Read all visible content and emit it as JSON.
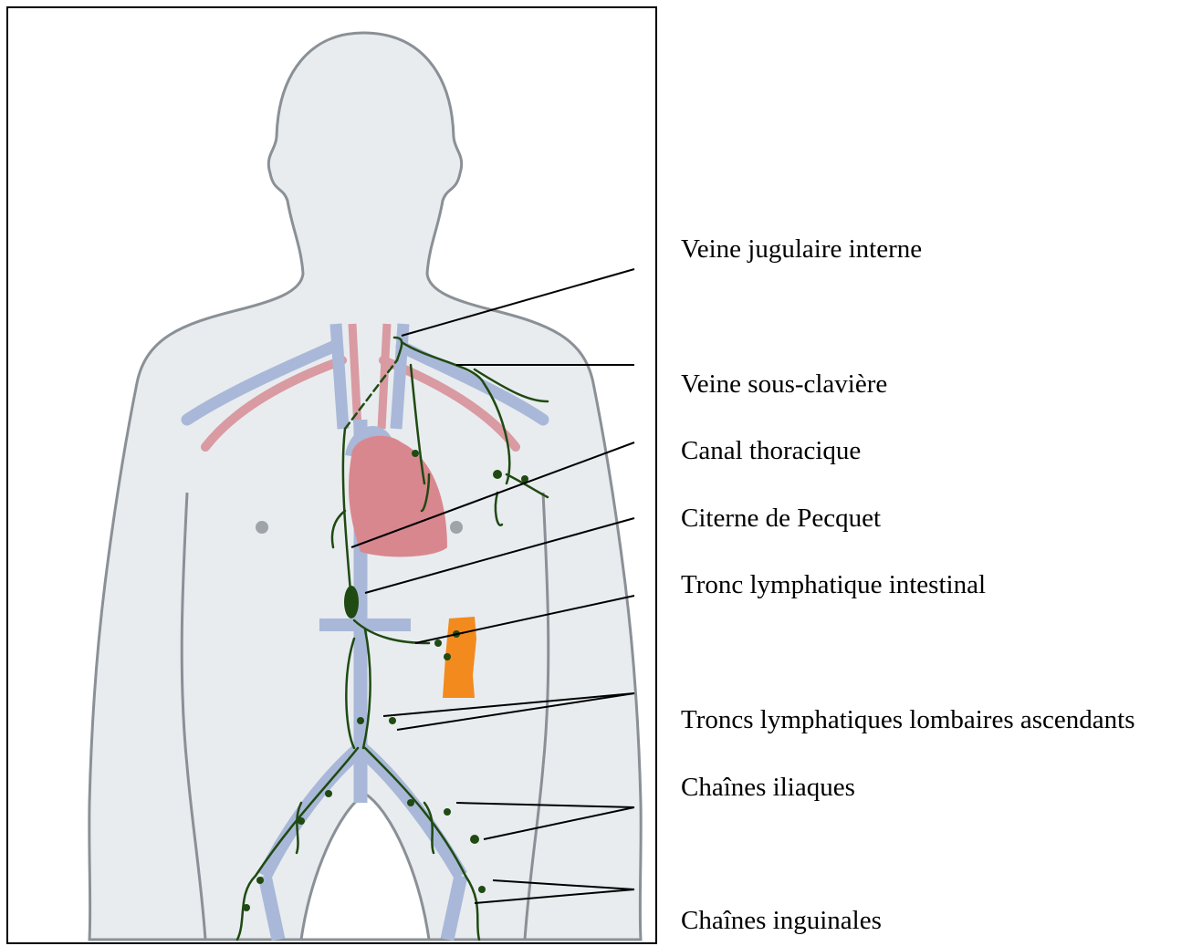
{
  "labels": {
    "jugular": "Veine jugulaire interne",
    "subclavian": "Veine sous-clavière",
    "thoracic_duct": "Canal thoracique",
    "cisterna": "Citerne de Pecquet",
    "intestinal_trunk": "Tronc lymphatique intestinal",
    "lumbar_trunks": "Troncs lymphatiques lombaires ascendants",
    "iliac_chains": "Chaînes iliaques",
    "inguinal_chains": "Chaînes inguinales"
  },
  "colors": {
    "body_fill": "#e8ecef",
    "body_outline": "#8a9096",
    "vein": "#a9b8d8",
    "artery": "#d99aa2",
    "heart": "#d9878f",
    "lymph": "#1f4a12",
    "kidney": "#f28a1e",
    "nipple": "#9ea4aa"
  }
}
